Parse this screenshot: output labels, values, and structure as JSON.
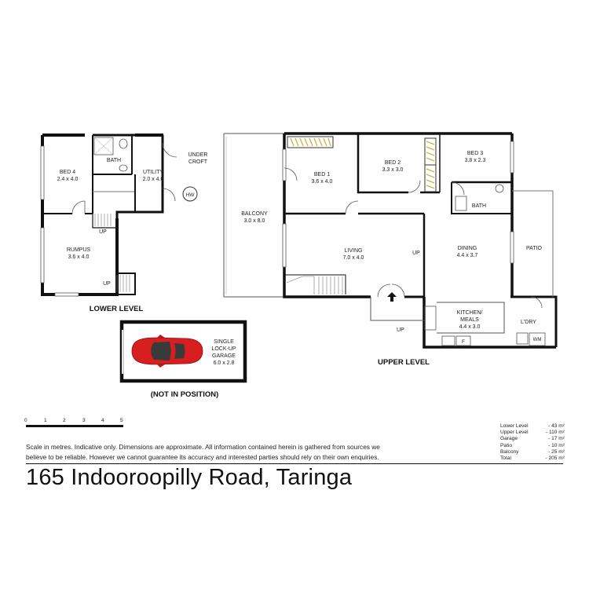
{
  "rooms": {
    "bed4": {
      "name": "BED 4",
      "size": "2.4 x 4.0"
    },
    "bath_lower": {
      "name": "BATH"
    },
    "utility": {
      "name": "UTILITY",
      "size": "2.0 x 4.0"
    },
    "under_croft": {
      "line1": "UNDER",
      "line2": "CROFT"
    },
    "hw": {
      "name": "HW"
    },
    "rumpus": {
      "name": "RUMPUS",
      "size": "3.6 x 4.0"
    },
    "balcony": {
      "name": "BALCONY",
      "size": "3.0 x 8.0"
    },
    "bed1": {
      "name": "BED 1",
      "size": "3.6 x 4.0"
    },
    "bed2": {
      "name": "BED 2",
      "size": "3.3 x 3.0"
    },
    "bed3": {
      "name": "BED 3",
      "size": "3.8 x 2.3"
    },
    "bath_upper": {
      "name": "BATH"
    },
    "living": {
      "name": "LIVING",
      "size": "7.0 x 4.0"
    },
    "dining": {
      "name": "DINING",
      "size": "4.4 x 3.7"
    },
    "patio": {
      "name": "PATIO"
    },
    "kitchen": {
      "line1": "KITCHEN/",
      "line2": "MEALS",
      "size": "4.4 x 3.0"
    },
    "laundry": {
      "name": "L'DRY"
    },
    "wm": {
      "name": "WM"
    },
    "fridge": {
      "name": "F"
    },
    "garage": {
      "line1": "SINGLE",
      "line2": "LOCK-UP",
      "line3": "GARAGE",
      "size": "6.0 x 2.8"
    }
  },
  "stairs": {
    "up": "UP"
  },
  "levels": {
    "lower": "LOWER LEVEL",
    "upper": "UPPER LEVEL",
    "not_in_position": "(NOT IN POSITION)"
  },
  "scale": {
    "ticks": [
      "0",
      "1",
      "2",
      "3",
      "4",
      "5"
    ]
  },
  "disclaimer": {
    "line1": "Scale in metres. Indicative only. Dimensions are approximate.  All information contained herein is gathered from sources we",
    "line2": "believe to be reliable. However we cannot guarantee its accuracy and interested parties should rely on their own enquiries."
  },
  "areas": [
    {
      "label": "Lower Level",
      "value": "- 43 m²"
    },
    {
      "label": "Upper Level",
      "value": "- 110 m²"
    },
    {
      "label": "Garage",
      "value": "- 17 m²"
    },
    {
      "label": "Patio",
      "value": "- 10 m²"
    },
    {
      "label": "Balcony",
      "value": "- 25 m²"
    },
    {
      "label": "Total",
      "value": "- 205 m²"
    }
  ],
  "address": "165 Indooroopilly Road, Taringa",
  "colors": {
    "wall": "#111111",
    "car": "#d81f1f",
    "car_glass": "#3a3a3a",
    "wardrobe": "#c8b84a"
  }
}
